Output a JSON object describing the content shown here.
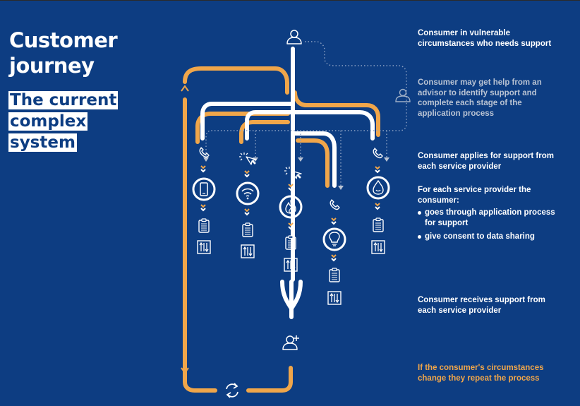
{
  "title": {
    "main": "Customer journey",
    "sub_lines": [
      "The current",
      "complex",
      "system"
    ]
  },
  "notes": {
    "consumer": "Consumer in vulnerable circumstances who needs support",
    "advisor": "Consumer may get help from an advisor to identify support and complete each stage of the application process",
    "applies": "Consumer applies for support from each service provider",
    "provider_intro": "For each service provider the consumer:",
    "provider_steps": [
      "goes through application process for support",
      "give consent to data sharing"
    ],
    "receives": "Consumer receives support from each service provider",
    "repeat": "If the consumer's circumstances change they repeat the process"
  },
  "colors": {
    "background": "#0d3d82",
    "white": "#ffffff",
    "orange": "#f0a64a",
    "muted": "#b9c3d3",
    "dotted": "#8fa3c4"
  },
  "icons": {
    "consumer": "person-icon",
    "advisor": "advisor-person-icon",
    "phone": "phone-icon",
    "click": "cursor-click-icon",
    "mobile": "mobile-phone-icon",
    "broadband": "wifi-icon",
    "energy": "flame-icon",
    "electricity": "lightbulb-icon",
    "water": "water-drop-icon",
    "form": "clipboard-icon",
    "consent": "data-sharing-icon",
    "receive": "person-add-icon",
    "repeat": "refresh-icon"
  }
}
